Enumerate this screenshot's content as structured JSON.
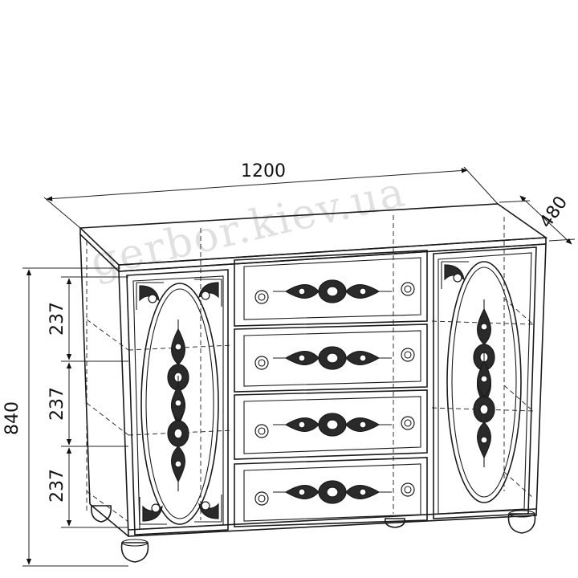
{
  "dimensions": {
    "width": "1200",
    "depth": "480",
    "height": "840",
    "section_1": "237",
    "section_2": "237",
    "section_3": "237"
  },
  "watermark": "gerbor.kiev.ua",
  "colors": {
    "line": "#1a1a1a",
    "watermark": "#c9c9c9",
    "background": "#ffffff"
  }
}
